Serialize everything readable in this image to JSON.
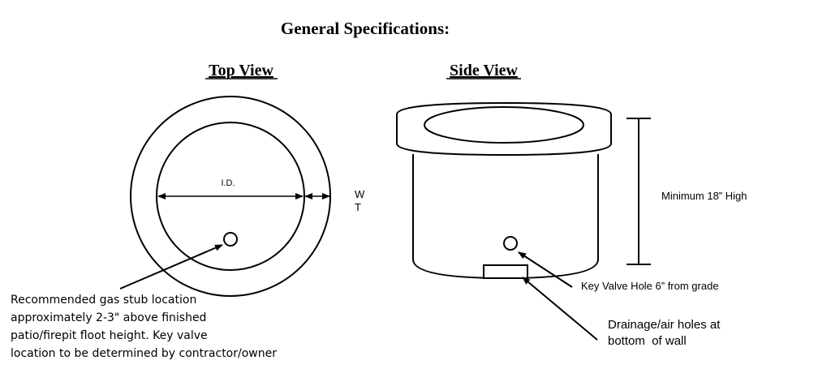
{
  "heading": "General Specifications:",
  "top_view": {
    "title": "Top View",
    "id_label": "I.D.",
    "wt_label_line1": "W",
    "wt_label_line2": "T"
  },
  "side_view": {
    "title": "Side View",
    "height_label": "Minimum 18” High",
    "key_valve_label": "Key Valve Hole 6” from grade",
    "drainage_label_line1": "Drainage/air holes at",
    "drainage_label_line2": "bottom  of wall"
  },
  "gas_stub_note": [
    "Recommended gas stub location",
    "approximately 2-3\" above finished",
    "patio/firepit floot height. Key valve",
    "location to be determined by contractor/owner"
  ],
  "colors": {
    "line": "#000000",
    "background": "#ffffff"
  }
}
